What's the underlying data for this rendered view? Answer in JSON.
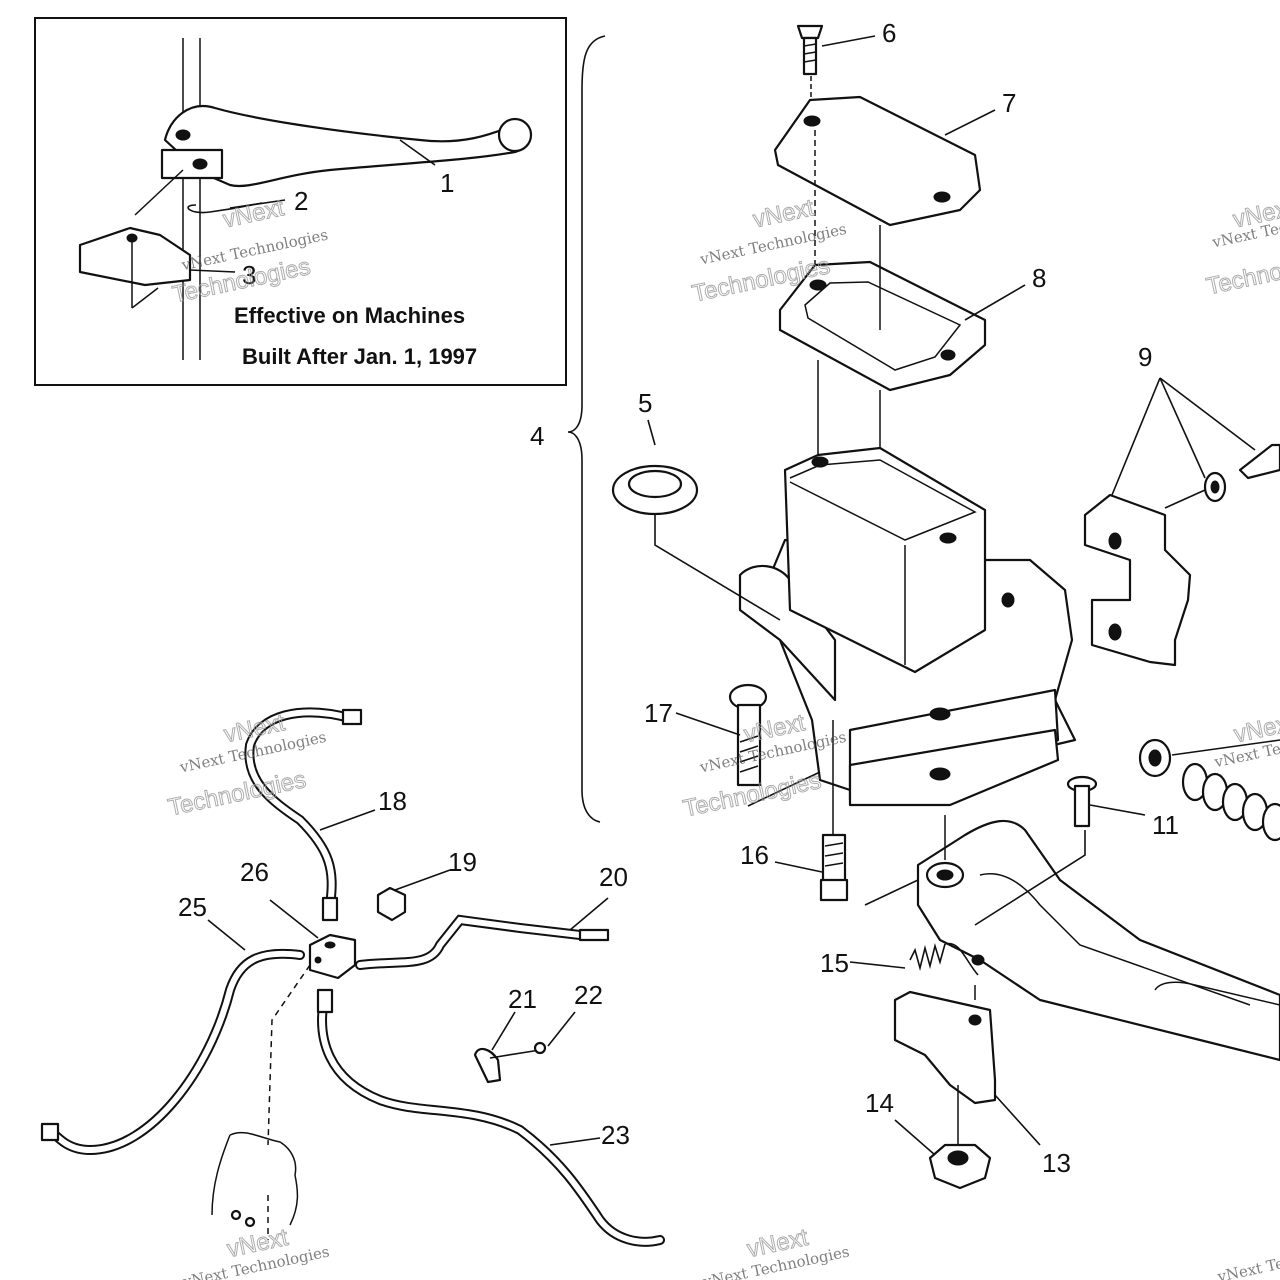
{
  "note": {
    "line1": "Effective on Machines",
    "line2": "Built After Jan. 1, 1997"
  },
  "callouts": [
    "1",
    "2",
    "3",
    "4",
    "5",
    "6",
    "7",
    "8",
    "9",
    "11",
    "13",
    "14",
    "15",
    "16",
    "17",
    "18",
    "19",
    "20",
    "21",
    "22",
    "23",
    "25",
    "26"
  ],
  "watermark": {
    "small": "vNext Technologies",
    "big_top": "vNext",
    "big_bottom": "Technologies"
  }
}
